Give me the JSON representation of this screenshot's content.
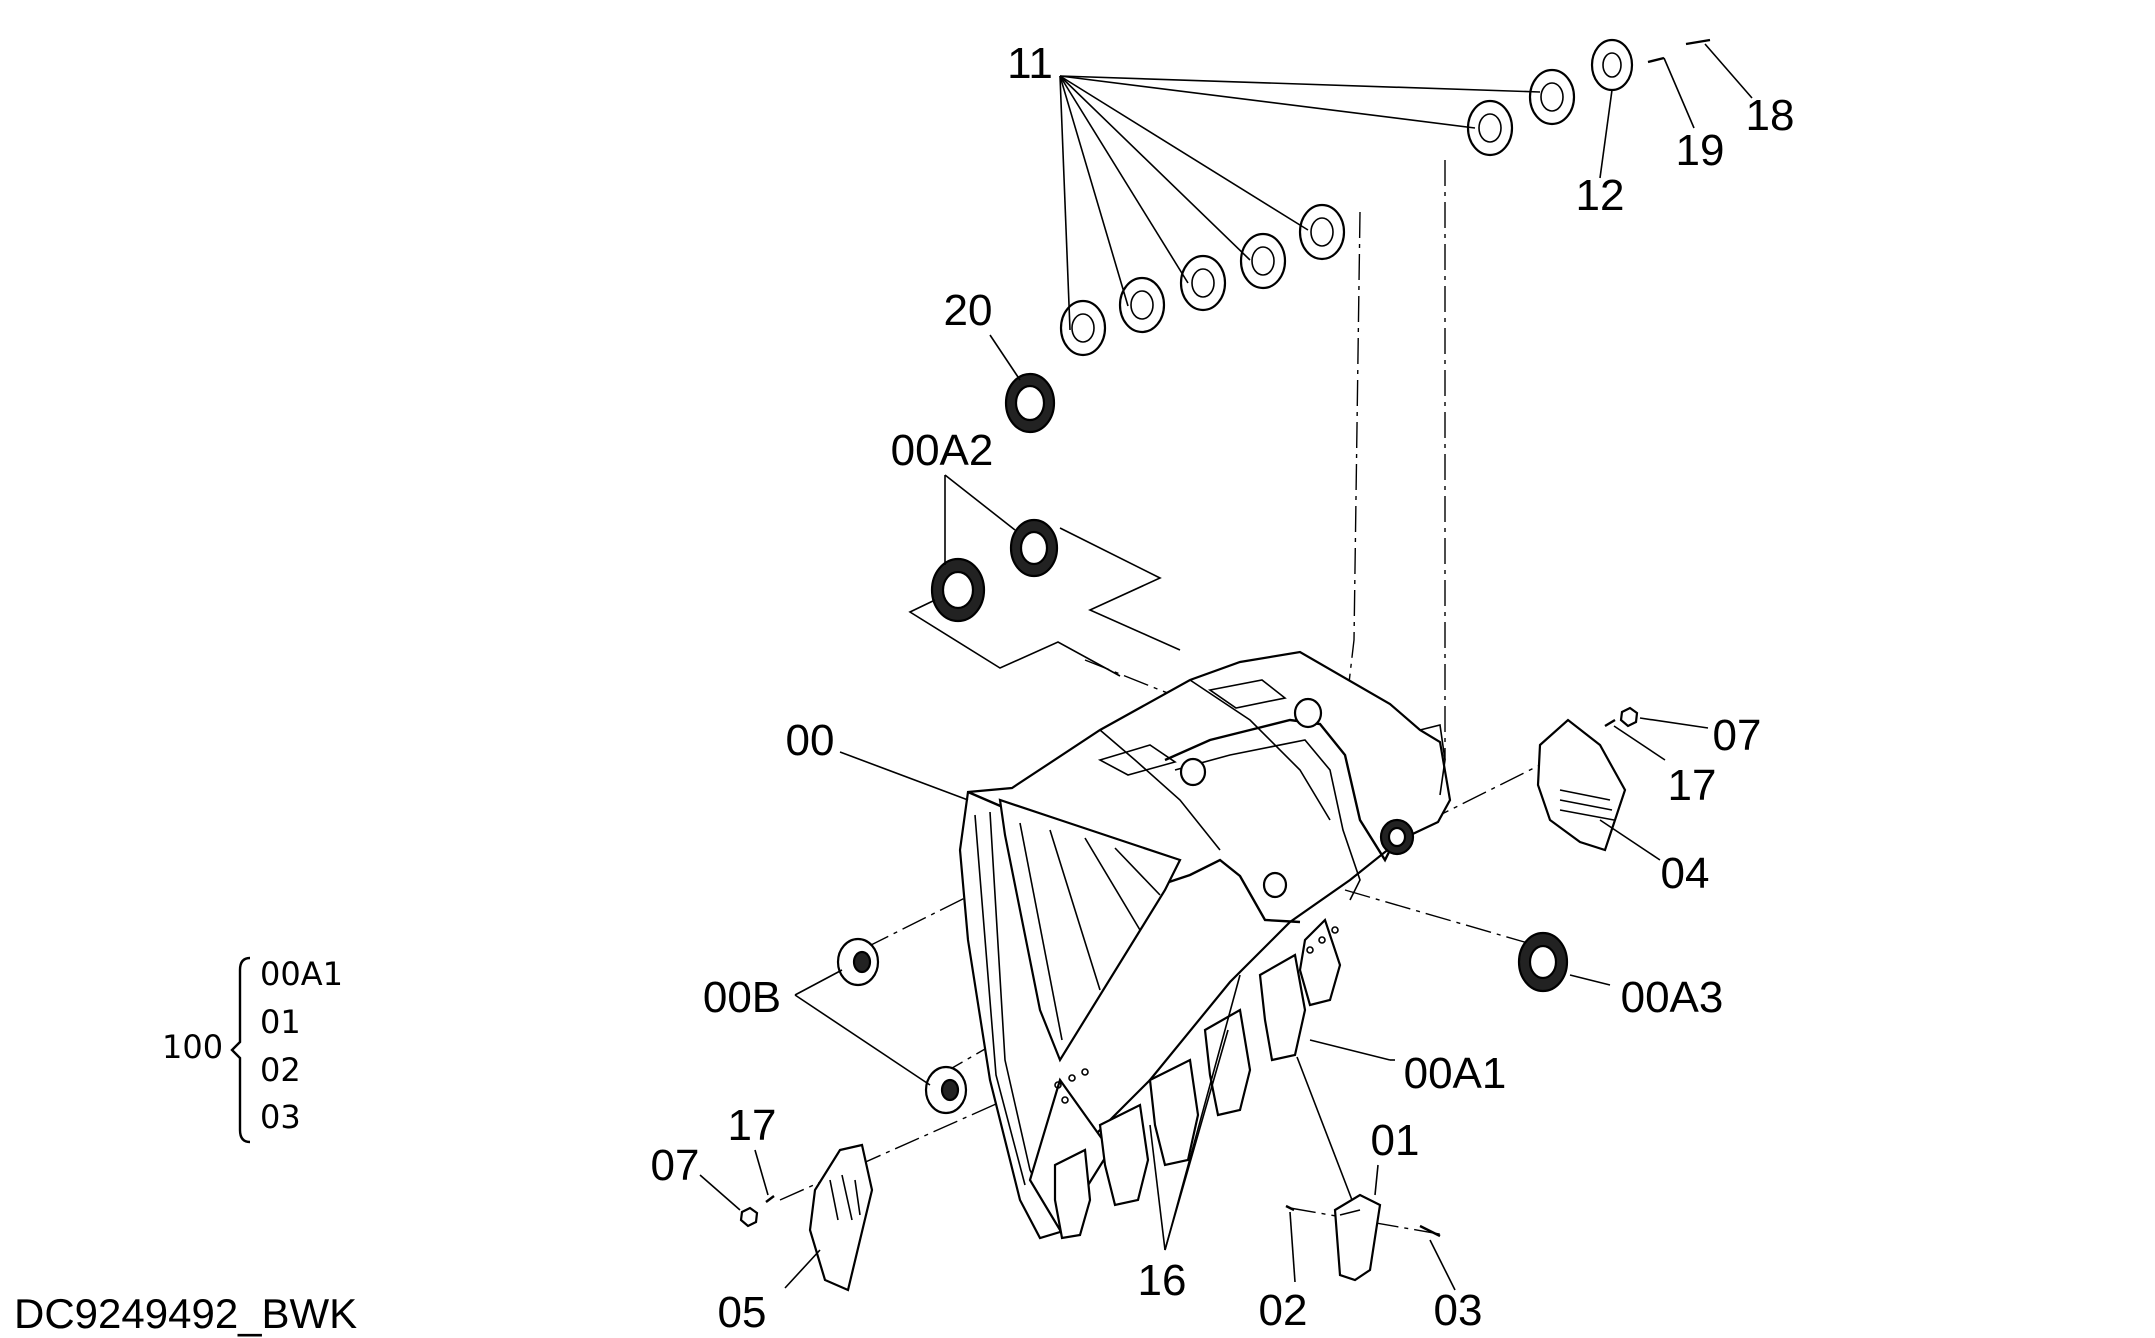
{
  "drawing_ref": "DC9249492_BWK",
  "callouts": {
    "c00": "00",
    "c00A1": "00A1",
    "c00A2": "00A2",
    "c00A3": "00A3",
    "c00B": "00B",
    "c01": "01",
    "c02": "02",
    "c03": "03",
    "c04": "04",
    "c05": "05",
    "c07_left": "07",
    "c07_right": "07",
    "c11": "11",
    "c12": "12",
    "c16": "16",
    "c17_left": "17",
    "c17_right": "17",
    "c18": "18",
    "c19": "19",
    "c20": "20"
  },
  "kit": {
    "number": "100",
    "items": [
      "00A1",
      "01",
      "02",
      "03"
    ]
  }
}
